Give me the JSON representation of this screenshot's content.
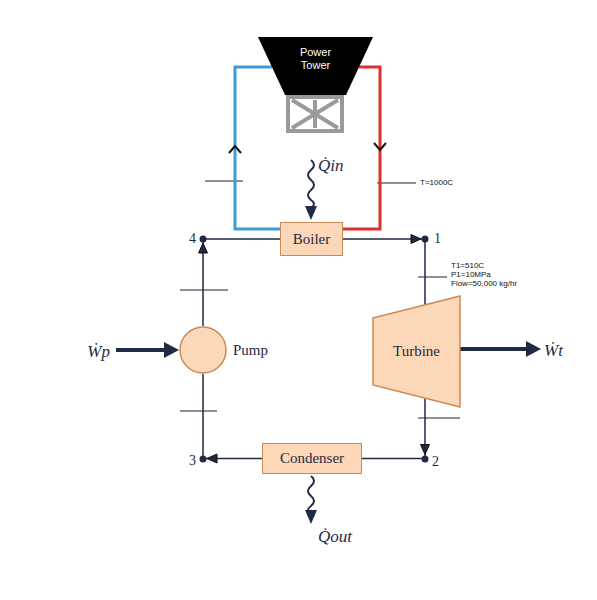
{
  "diagram": {
    "nodes": [
      {
        "text": [
          "Power Tower"
        ]
      },
      {
        "text": [
          "Boiler"
        ]
      },
      {
        "text": [
          "Pump"
        ]
      },
      {
        "text": [
          "Turbine"
        ]
      },
      {
        "text": [
          "Condenser"
        ]
      }
    ],
    "edges": [
      {
        "from": 1,
        "to": 0,
        "arrow": "to"
      },
      {
        "from": 0,
        "to": 1,
        "arrow": "to"
      },
      {
        "from": 1,
        "to": 3,
        "arrow": "to"
      },
      {
        "from": 3,
        "to": 4,
        "arrow": "to"
      },
      {
        "from": 4,
        "to": 2,
        "arrow": "to"
      },
      {
        "from": 2,
        "to": 1,
        "arrow": "to"
      }
    ],
    "labels": [
      "Q̇in",
      "T=1000C",
      "4",
      "1",
      "T1=510C",
      "P1=10MPa",
      "Flow=50,000 kg/hr",
      "Ẇp",
      "Ẇt",
      "3",
      "2",
      "Q̇out"
    ]
  }
}
